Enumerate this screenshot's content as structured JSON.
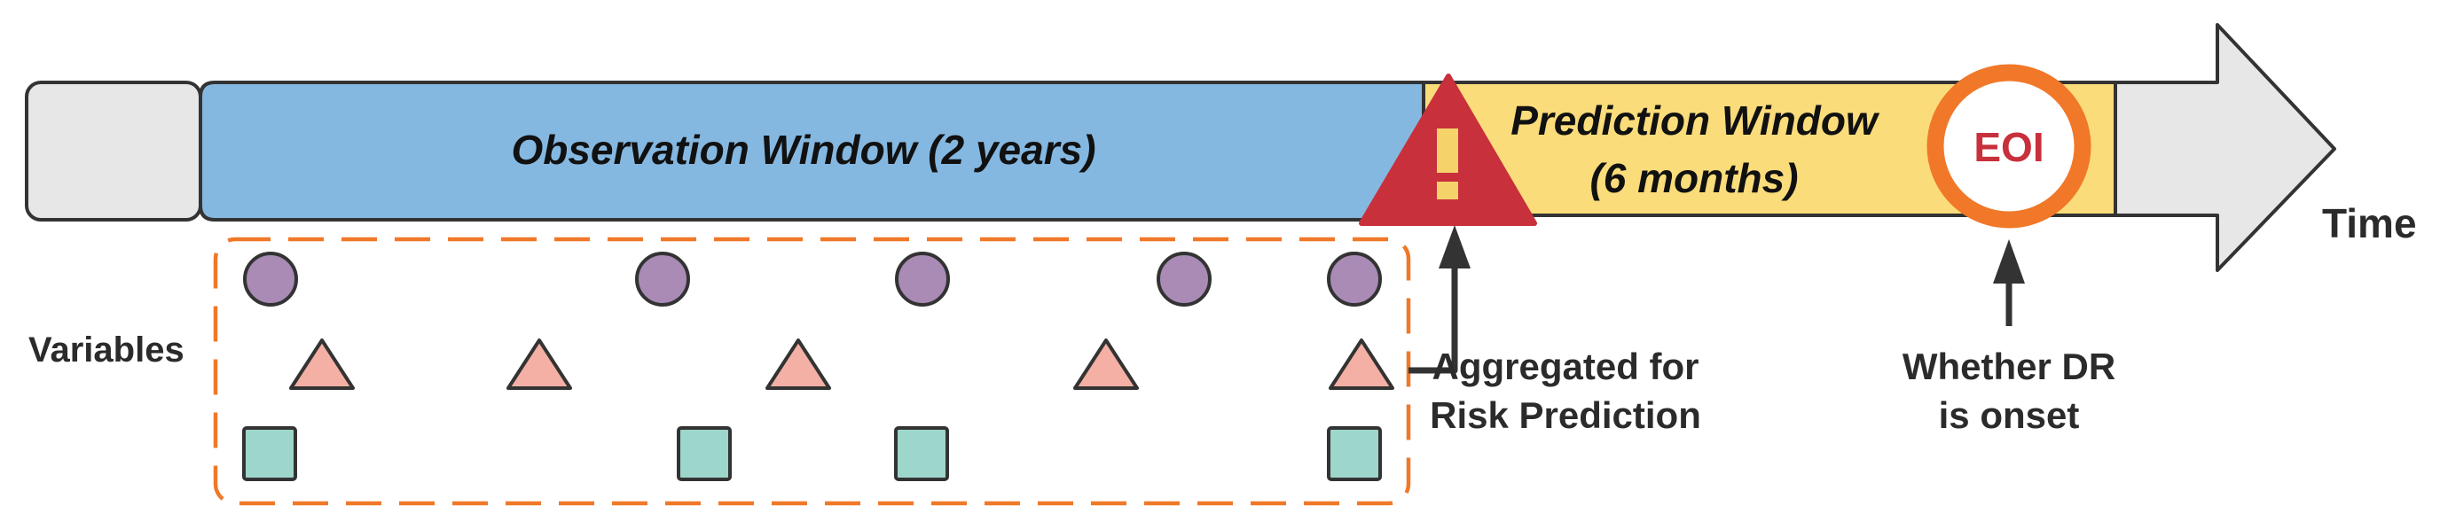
{
  "timeline": {
    "observation_window_label": "Observation Window (2 years)",
    "prediction_window_line1": "Prediction Window",
    "prediction_window_line2": "(6 months)",
    "time_label": "Time",
    "alert_symbol": "!",
    "eoi_label": "EOI"
  },
  "variables": {
    "label": "Variables",
    "aggregated_line1": "Aggregated for",
    "aggregated_line2": "Risk Prediction"
  },
  "outcome": {
    "line1": "Whether DR",
    "line2": "is onset"
  },
  "colors": {
    "observation_fill": "#85b8e1",
    "prediction_fill": "#fbdc7b",
    "arrow_fill": "#e6e7e6",
    "pre_block_fill": "#e6e7e6",
    "alert_fill": "#c8303c",
    "alert_mark": "#f5d36a",
    "eoi_ring": "#f07828",
    "eoi_text": "#c8303c",
    "dashed_box": "#f07828",
    "circle_fill": "#a98bb6",
    "triangle_fill": "#f4b0a4",
    "square_fill": "#9dd6cb"
  },
  "icons": {
    "alert": "warning-triangle-icon",
    "eoi": "eoi-ring-icon",
    "variable_shapes": [
      "circle-variable-icon",
      "triangle-variable-icon",
      "square-variable-icon"
    ]
  }
}
